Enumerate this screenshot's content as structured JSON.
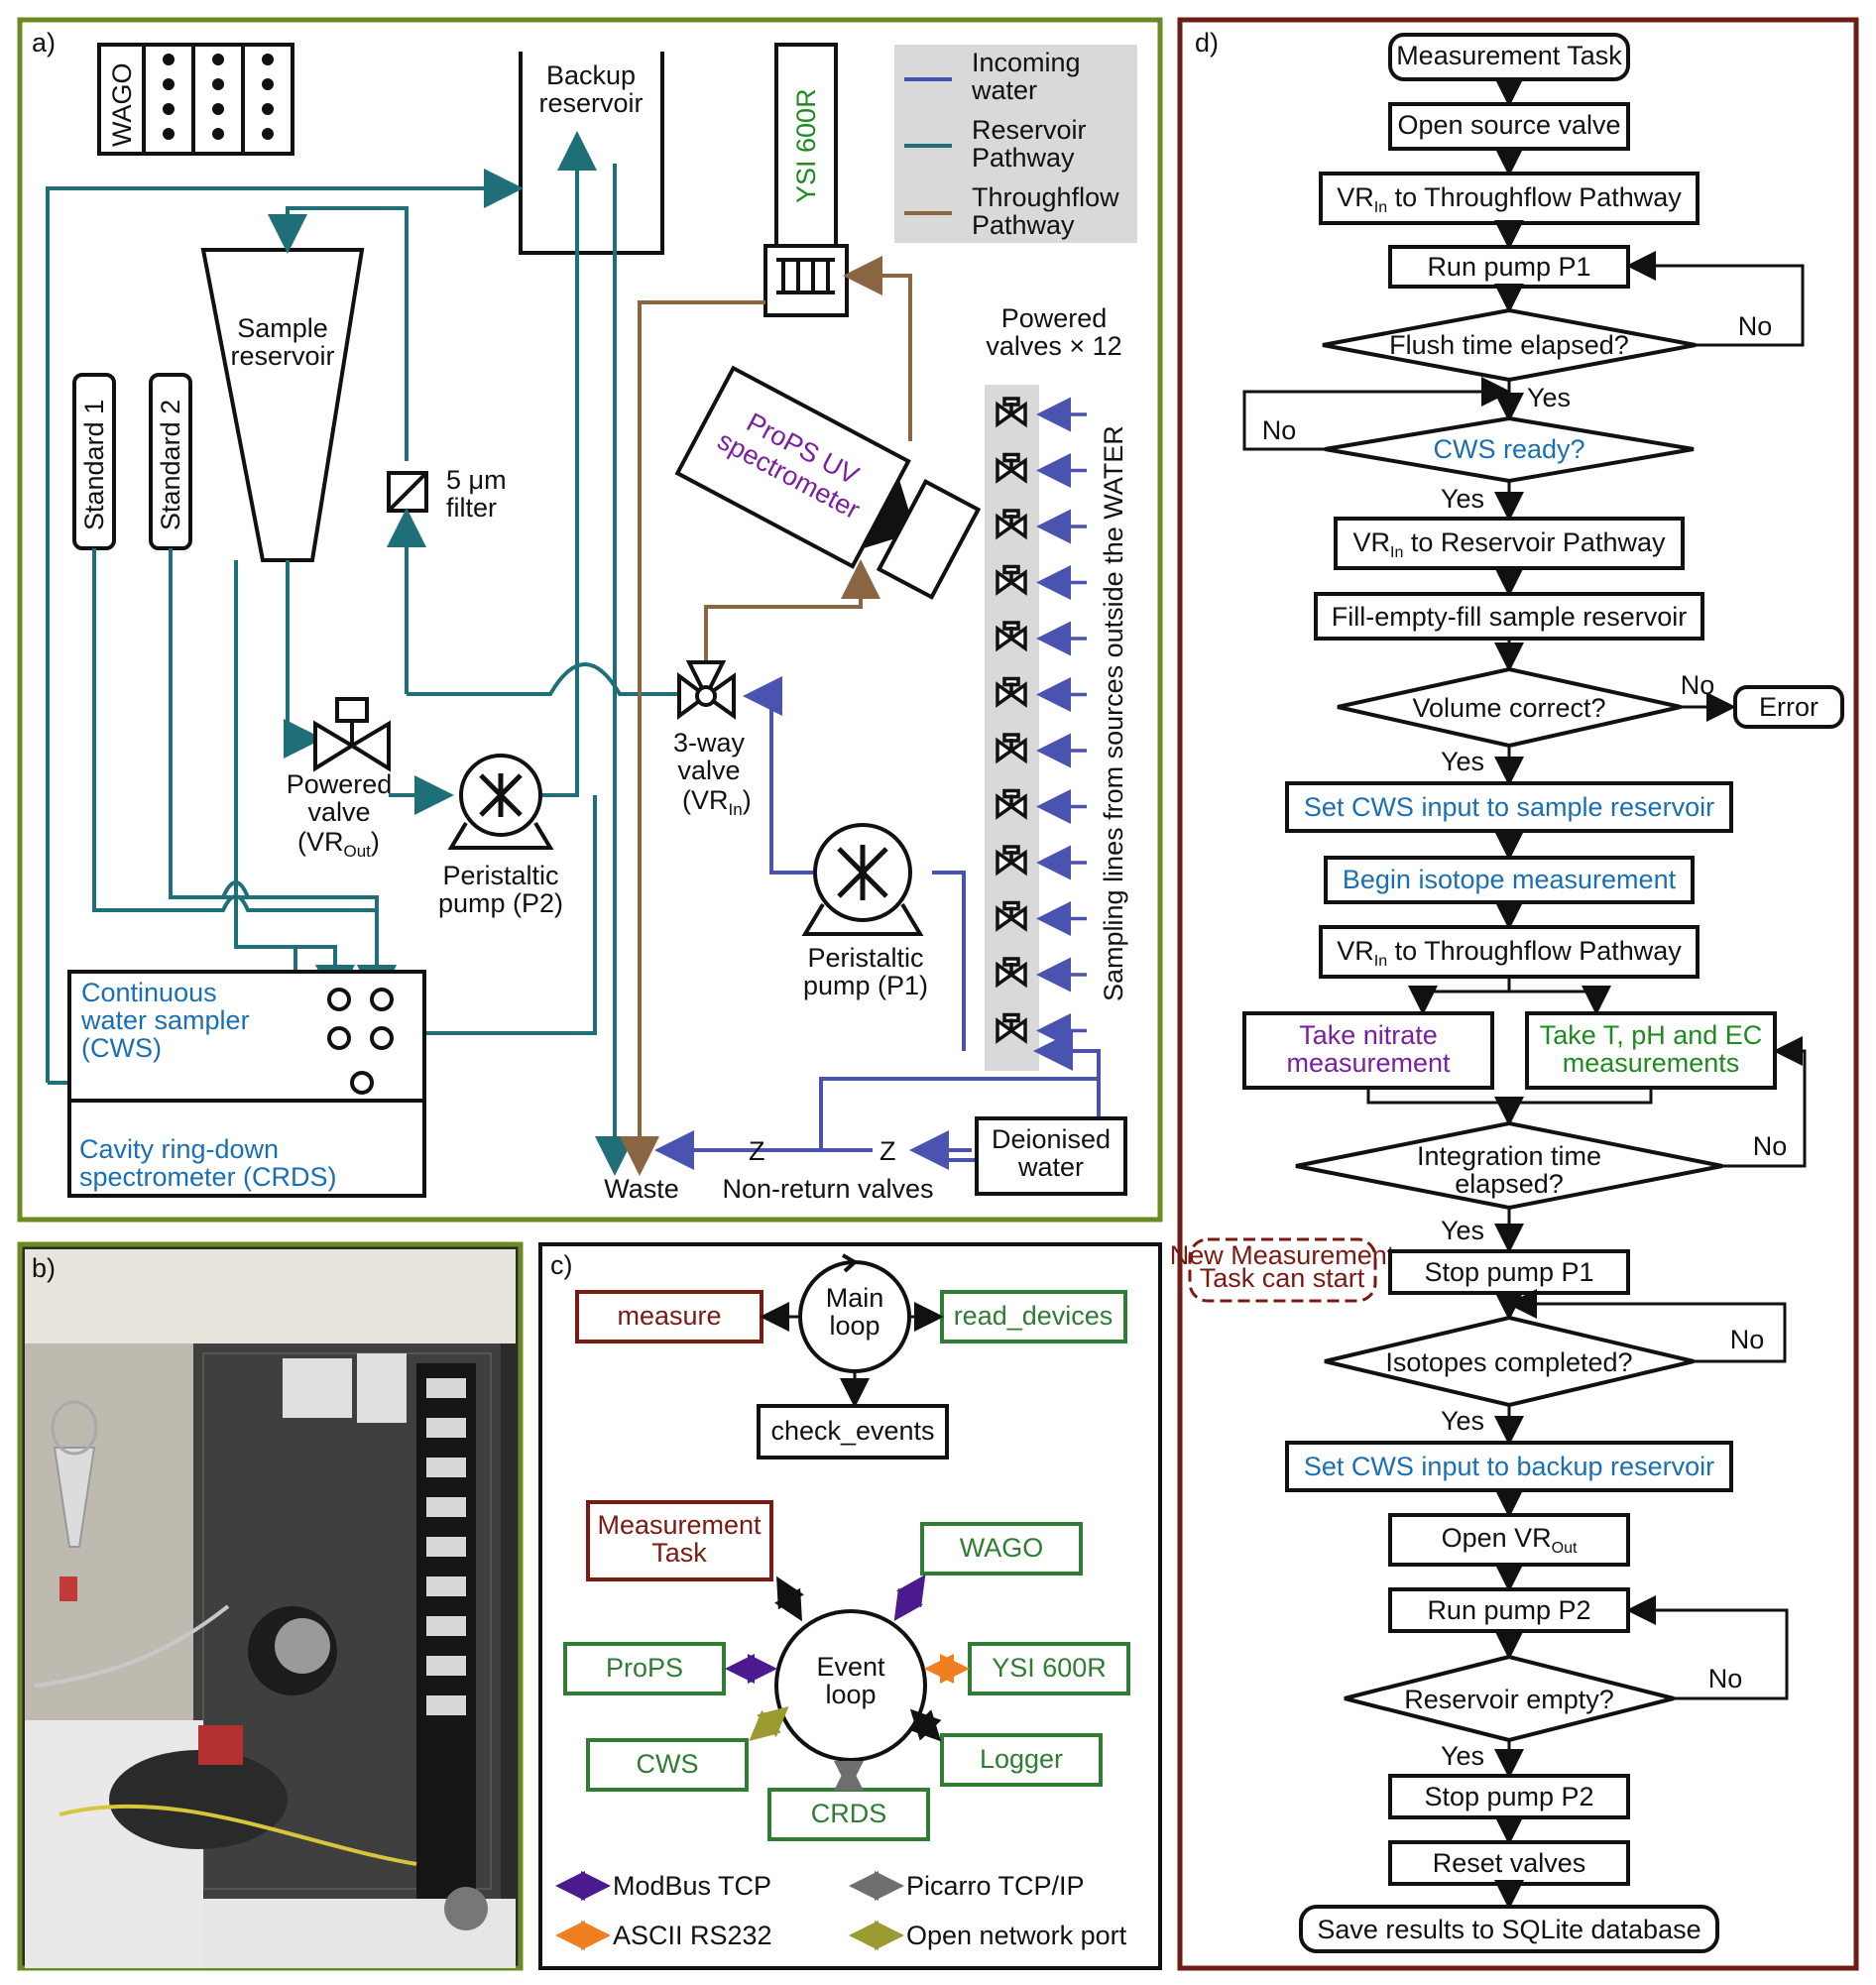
{
  "panel_a": {
    "label": "a)",
    "wago": "WAGO",
    "backup_reservoir": [
      "Backup",
      "reservoir"
    ],
    "ysi": "YSI 600R",
    "legend": {
      "incoming": [
        "Incoming",
        "water"
      ],
      "reservoir": [
        "Reservoir",
        "Pathway"
      ],
      "throughflow": [
        "Throughflow",
        "Pathway"
      ]
    },
    "powered_valves": [
      "Powered",
      "valves × 12"
    ],
    "sample_reservoir": [
      "Sample",
      "reservoir"
    ],
    "standard1": "Standard 1",
    "standard2": "Standard 2",
    "filter": [
      "5 μm",
      "filter"
    ],
    "props": [
      "ProPS UV",
      "spectrometer"
    ],
    "sampling_lines": "Sampling lines from sources outside the WATER",
    "powered_valve": [
      "Powered",
      "valve"
    ],
    "vr_out": "(VR",
    "vr_out_sub": "Out",
    "pump_p2": [
      "Peristaltic",
      "pump (P2)"
    ],
    "three_way": [
      "3-way",
      "valve"
    ],
    "vr_in": "(VR",
    "vr_in_sub": "In",
    "pump_p1": [
      "Peristaltic",
      "pump (P1)"
    ],
    "cws": [
      "Continuous",
      "water sampler",
      "(CWS)"
    ],
    "crds": [
      "Cavity ring-down",
      "spectrometer (CRDS)"
    ],
    "waste": "Waste",
    "non_return": "Non-return valves",
    "deionised": [
      "Deionised",
      "water"
    ]
  },
  "panel_b": {
    "label": "b)"
  },
  "panel_c": {
    "label": "c)",
    "main_loop": [
      "Main",
      "loop"
    ],
    "measure": "measure",
    "read_devices": "read_devices",
    "check_events": "check_events",
    "event_loop": [
      "Event",
      "loop"
    ],
    "measurement_task": [
      "Measurement",
      "Task"
    ],
    "wago": "WAGO",
    "props": "ProPS",
    "ysi": "YSI 600R",
    "cws": "CWS",
    "logger": "Logger",
    "crds": "CRDS",
    "legend": {
      "modbus": "ModBus TCP",
      "picarro": "Picarro TCP/IP",
      "ascii": "ASCII RS232",
      "open": "Open network port"
    },
    "colors": {
      "modbus": "#4b1a8f",
      "picarro": "#6e6e6e",
      "ascii": "#f07f22",
      "open": "#9a9a30"
    }
  },
  "panel_d": {
    "label": "d)",
    "n1": "Measurement Task",
    "n2": "Open source valve",
    "n3a": "VR",
    "n3sub": "In",
    "n3b": " to Throughflow Pathway",
    "n4": "Run pump P1",
    "d1": "Flush time elapsed?",
    "no": "No",
    "yes": "Yes",
    "d2": "CWS ready?",
    "n5a": "VR",
    "n5sub": "In",
    "n5b": " to Reservoir Pathway",
    "n6": "Fill-empty-fill sample reservoir",
    "d3": "Volume correct?",
    "error": "Error",
    "n7": "Set CWS input to sample reservoir",
    "n8": "Begin isotope measurement",
    "n9a": "VR",
    "n9sub": "In",
    "n9b": " to Throughflow Pathway",
    "n10": [
      "Take nitrate",
      "measurement"
    ],
    "n11": [
      "Take T, pH and EC",
      "measurements"
    ],
    "d4": [
      "Integration time",
      "elapsed?"
    ],
    "note": [
      "New Measurement",
      "Task can start"
    ],
    "n12": "Stop pump P1",
    "d5": "Isotopes completed?",
    "n13": "Set CWS input to backup reservoir",
    "n14a": "Open VR",
    "n14sub": "Out",
    "n15": "Run pump P2",
    "d6": "Reservoir empty?",
    "n16": "Stop pump P2",
    "n17": "Reset valves",
    "n18": "Save results to SQLite database"
  }
}
